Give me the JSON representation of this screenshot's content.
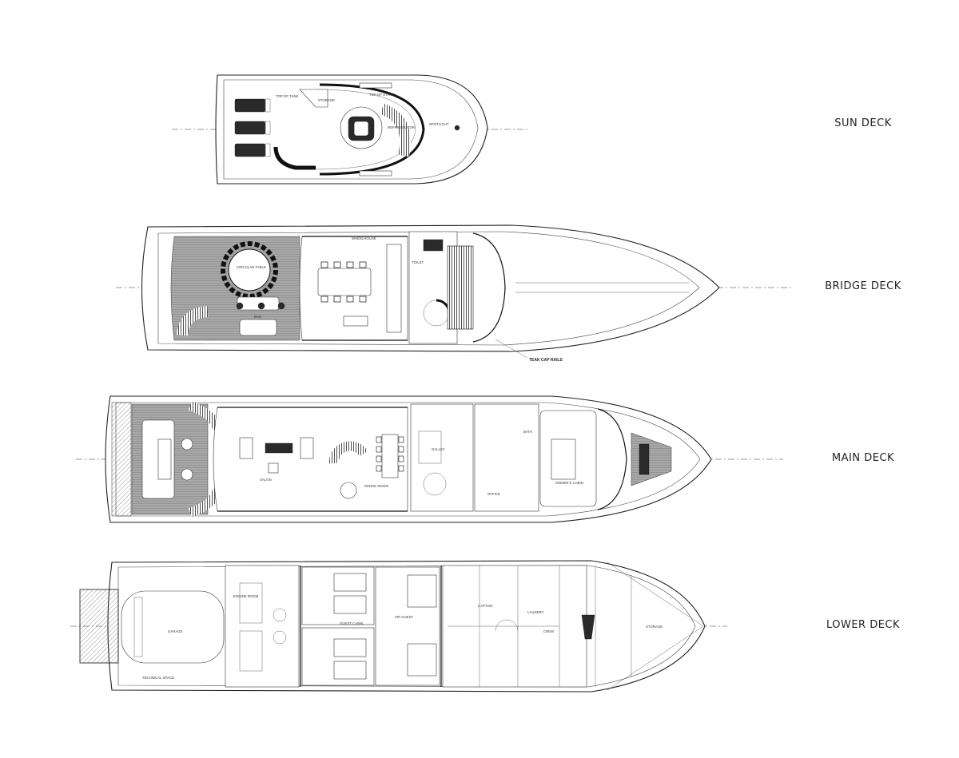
{
  "decks": [
    {
      "id": "sun",
      "label": "SUN DECK",
      "callouts": [
        "TOP OF TANK",
        "STORAGE",
        "TOP OF STAIRS",
        "SPOTLIGHT",
        "REFRIGERATOR"
      ]
    },
    {
      "id": "bridge",
      "label": "BRIDGE DECK",
      "callouts": [
        "TEAK CAP RAILS",
        "TOILET",
        "WHEELHOUSE",
        "CIRCULAR TABLE",
        "BAR"
      ]
    },
    {
      "id": "main",
      "label": "MAIN DECK",
      "callouts": [
        "SALON",
        "DINING ROOM",
        "GALLEY",
        "OWNER'S CABIN",
        "BATH",
        "OFFICE"
      ]
    },
    {
      "id": "lower",
      "label": "LOWER DECK",
      "callouts": [
        "GARAGE",
        "ENGINE ROOM",
        "GUEST CABIN",
        "VIP GUEST",
        "CREW",
        "LAUNDRY",
        "CAPTAIN",
        "STORAGE",
        "TECHNICAL SPACE"
      ]
    }
  ],
  "colors": {
    "line": "#222222",
    "teak": "#9a9a9a",
    "dark": "#2a2a2a",
    "background": "#ffffff"
  }
}
